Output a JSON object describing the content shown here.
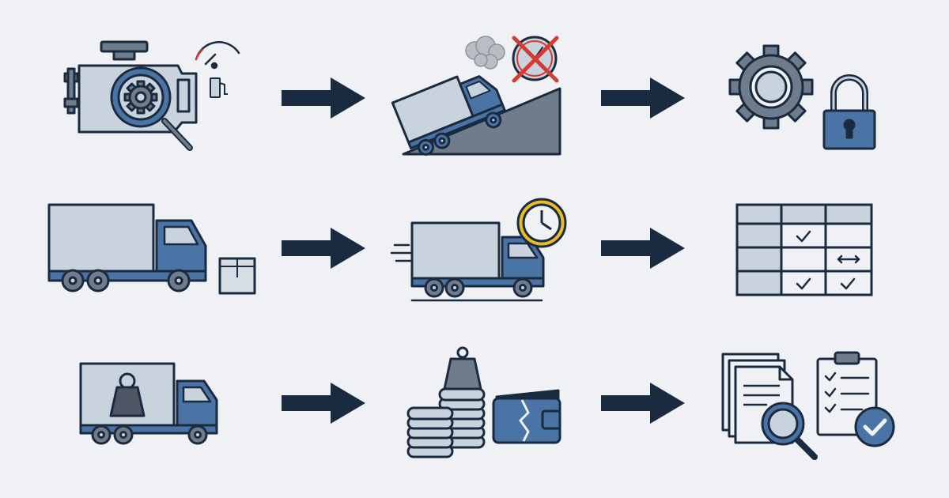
{
  "colors": {
    "background": "#eff1f4",
    "ink": "#1b2b3f",
    "blue": "#4a73a6",
    "light": "#c9d3de",
    "panel": "#d6dde5",
    "slate": "#6f7c8b",
    "red": "#d43b33",
    "yellow": "#e9bd26",
    "smoke": "#b9bec4"
  },
  "rows": [
    {
      "id": "row-1",
      "steps": [
        {
          "icon": "engine-inspection-icon",
          "interactable": false
        },
        {
          "icon": "arrow-right-icon",
          "interactable": false
        },
        {
          "icon": "truck-uphill-smoke-icon",
          "interactable": false
        },
        {
          "icon": "arrow-right-icon",
          "interactable": false
        },
        {
          "icon": "gear-lock-icon",
          "interactable": false
        }
      ]
    },
    {
      "id": "row-2",
      "steps": [
        {
          "icon": "box-truck-parcel-icon",
          "interactable": false
        },
        {
          "icon": "arrow-right-icon",
          "interactable": false
        },
        {
          "icon": "fast-truck-clock-icon",
          "interactable": false
        },
        {
          "icon": "arrow-right-icon",
          "interactable": false
        },
        {
          "icon": "checklist-grid-icon",
          "interactable": false
        }
      ]
    },
    {
      "id": "row-3",
      "steps": [
        {
          "icon": "heavy-load-truck-icon",
          "interactable": false
        },
        {
          "icon": "arrow-right-icon",
          "interactable": false
        },
        {
          "icon": "cost-coins-wallet-icon",
          "interactable": false
        },
        {
          "icon": "arrow-right-icon",
          "interactable": false
        },
        {
          "icon": "document-review-approval-icon",
          "interactable": false
        }
      ]
    }
  ]
}
